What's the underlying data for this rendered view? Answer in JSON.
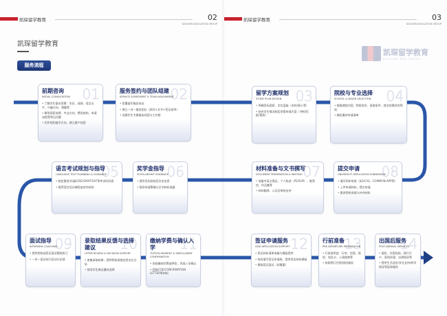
{
  "header": {
    "brand": "凯琛留学教育",
    "left_page_no": "02",
    "right_page_no": "03",
    "group": "KAICHEN EDUCATION GROUP"
  },
  "title": "凯琛留学教育",
  "section_badge": "服务流程",
  "logo": {
    "cn": "凯琛留学教育",
    "en": "KAICHEN EDU GROUP"
  },
  "colors": {
    "flow": "#2a56a8",
    "brand_red": "#c8222e",
    "title": "#1f2f6b"
  },
  "steps": [
    {
      "no": "01",
      "title": "前期咨询",
      "en": "INITIAL CONSULTATION",
      "items": [
        "• 了解学生基本背景：学历、成绩、语言水平、兴趣方向、预算等",
        "• 解答国家选择、专业方向、费用结构、申请流程等常见问题",
        "• 初步规划留学方向，建立客户档案"
      ]
    },
    {
      "no": "02",
      "title": "服务签约与团队组建",
      "en": "SERVICE AGREEMENT & TEAM ASSIGNMENT",
      "items": [
        "• 签署留学服务协议",
        "• 建立一对一服务团队（顾问+文书+签证老师）",
        "• 创建学生专属服务档案与工作群"
      ]
    },
    {
      "no": "03",
      "title": "留学方案规划",
      "en": "STUDY PLAN DESIGN",
      "items": [
        "• 明确目标国家、学位层级（本科/硕士等）",
        "• 结合学生情况制定多套申请方案（冲刺/匹配/保底）"
      ]
    },
    {
      "no": "04",
      "title": "院校与专业选择",
      "en": "SCHOOL & MAJOR SELECTION",
      "items": [
        "• 根据课程内容、院校排名、录取条件、就业前景综合筛选",
        "• 确定最终申请清单"
      ]
    },
    {
      "no": "05",
      "title": "语言考试规划与指导",
      "en": "LANGUAGE TEST PLANNING & GUIDANCE",
      "items": [
        "• 制定雅思/托福/GRE/GMAT/SAT等考试时间表",
        "• 推荐语言培训课程或合作机构"
      ]
    },
    {
      "no": "06",
      "title": "奖学金指导",
      "en": "SCHOLARSHIP GUIDANCE",
      "items": [
        "• 提供目标院校奖学金信息",
        "• 指导申请策略与文书材料准备"
      ]
    },
    {
      "no": "07",
      "title": "材料准备与文书撰写",
      "en": "DOCUMENT PREPARATION & WRITING",
      "items": [
        "• 准备中英文简历、个人陈述（PS/SOP）、推荐信、作品集等",
        "• 材料翻译、公证及审校支持"
      ]
    },
    {
      "no": "08",
      "title": "提交申请",
      "en": "UNIVERSITY APPLICATION SUBMISSION",
      "items": [
        "• 填写网申系统（如UCAS、COMMON-APP等）",
        "• 上传申请材料，提交申请",
        "• 跟进院校进度与补充材料"
      ]
    },
    {
      "no": "09",
      "title": "面试指导",
      "en": "INTERVIEW COACHING",
      "items": [
        "• 提供院校或签证面试模拟练习",
        "• 一对一面试技巧培训与反馈"
      ]
    },
    {
      "no": "10",
      "title": "录取结果反馈与选择建议",
      "en": "OFFER REVIEW & DECISION SUPPORT",
      "items": [
        "• 收集录取结果，提供院校录取信息对比分析",
        "• 指导学生做出最终选择"
      ]
    },
    {
      "no": "11",
      "title": "缴纳学费与确认入学",
      "en": "TUITION PAYMENT & ENROLLMENT CONFIRMATION",
      "items": [
        "• 协助缴纳学费或押金，完成入学确认",
        "• 获取COE/CONFIRMATION LETTER等材料"
      ]
    },
    {
      "no": "12",
      "title": "签证申请服务",
      "en": "VISA APPLICATION SUPPORT",
      "items": [
        "• 签证材料清单准备与模板提供",
        "• 指导填写签证申请表，提供资金材料模板",
        "• 模拟签证面试（如需要）"
      ]
    },
    {
      "no": "13",
      "title": "行前准备",
      "en": "PRE-DEPARTURE PREPARATION",
      "items": [
        "• 行前说明会：行李、住宿、保险、电话卡、入境指南等",
        "• 协助预订住宿/接机服务"
      ]
    },
    {
      "no": "14",
      "title": "出国后服务",
      "en": "POST-ARRIVAL SERVICES",
      "items": [
        "• 接机、住宿协助、银行开户、医保办理、法律指导等",
        "• 提供生活适应/学业支持/转学指导等延伸服务"
      ]
    }
  ]
}
